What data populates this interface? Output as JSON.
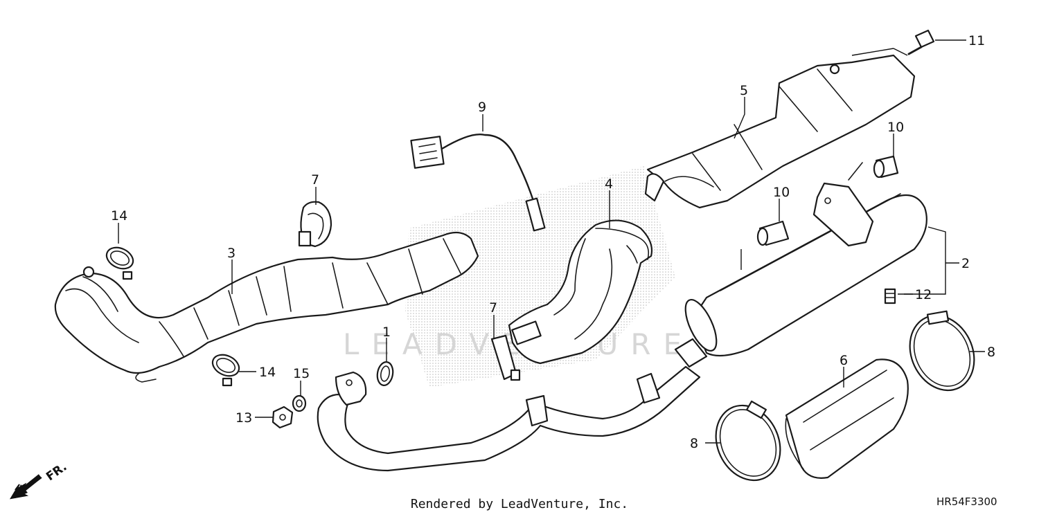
{
  "diagram": {
    "watermark": "LEADVENTURE",
    "callouts": [
      "1",
      "2",
      "3",
      "4",
      "5",
      "6",
      "7",
      "7",
      "8",
      "8",
      "9",
      "10",
      "10",
      "11",
      "12",
      "13",
      "14",
      "14",
      "15"
    ],
    "direction_label": "FR.",
    "footer_credit": "Rendered by LeadVenture, Inc.",
    "diagram_code": "HR54F3300"
  }
}
